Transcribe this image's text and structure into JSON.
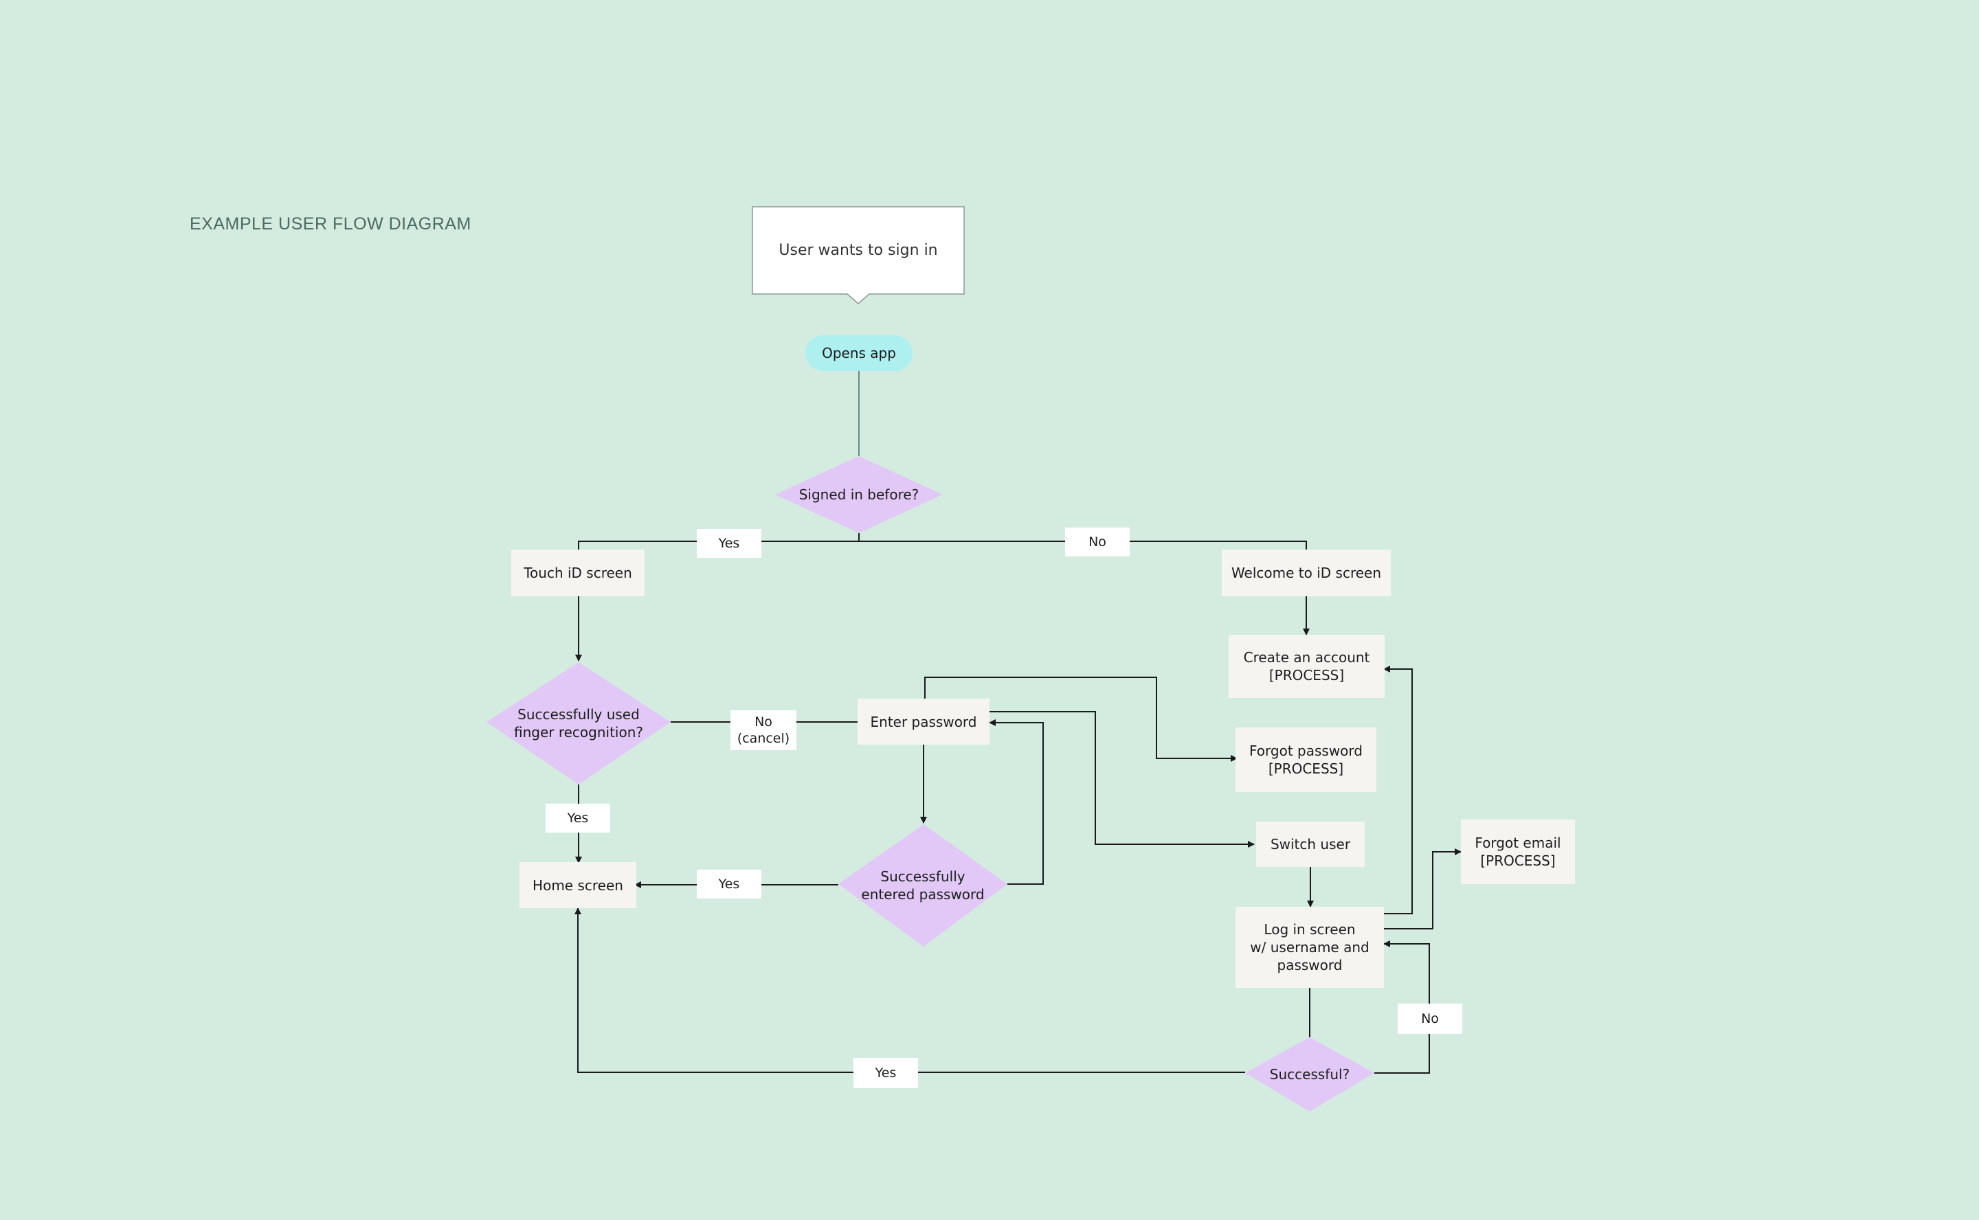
{
  "title": "EXAMPLE USER FLOW DIAGRAM",
  "colors": {
    "background": "#d4ecdf",
    "process": "#f5f4f0",
    "decision": "#e2c8f6",
    "start": "#aef0f0",
    "connector": "#1a1a1a"
  },
  "nodes": {
    "speech": "User wants to sign in",
    "opens_app": "Opens app",
    "signed_in_before": "Signed in before?",
    "touch_id": "Touch iD screen",
    "welcome": "Welcome to iD screen",
    "create_account": "Create an account\n[PROCESS]",
    "finger_recognition": "Successfully used\nfinger recognition?",
    "enter_password": "Enter password",
    "forgot_password": "Forgot password\n[PROCESS]",
    "switch_user": "Switch user",
    "forgot_email": "Forgot email\n[PROCESS]",
    "home": "Home screen",
    "entered_password": "Successfully\nentered password",
    "login": "Log in screen\nw/ username and\npassword",
    "successful": "Successful?"
  },
  "edge_labels": {
    "yes_touch": "Yes",
    "no_welcome": "No",
    "no_cancel": "No\n(cancel)",
    "yes_home_finger": "Yes",
    "yes_home_password": "Yes",
    "no_login": "No",
    "yes_bottom": "Yes"
  }
}
